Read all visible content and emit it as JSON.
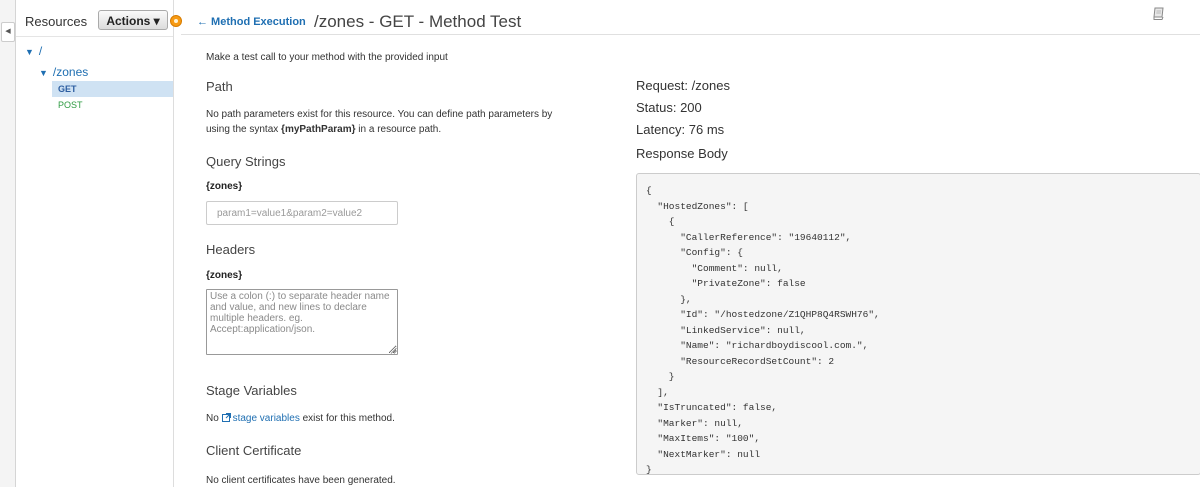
{
  "sidebar": {
    "title": "Resources",
    "actions_label": "Actions ▾",
    "tree": {
      "root": "/",
      "zones": "/zones",
      "get": "GET",
      "post": "POST"
    }
  },
  "header": {
    "back_label": "← Method Execution",
    "title": "/zones - GET - Method Test"
  },
  "main": {
    "intro": "Make a test call to your method with the provided input",
    "path": {
      "title": "Path",
      "text_line1": "No path parameters exist for this resource. You can define path parameters by",
      "text_line2_prefix": "using the syntax ",
      "text_line2_code": "{myPathParam}",
      "text_line2_suffix": " in a resource path."
    },
    "query_strings": {
      "title": "Query Strings",
      "label": "{zones}",
      "placeholder": "param1=value1&param2=value2"
    },
    "headers": {
      "title": "Headers",
      "label": "{zones}",
      "placeholder": "Use a colon (:) to separate header name and value, and new lines to declare multiple headers. eg. Accept:application/json."
    },
    "stage_variables": {
      "title": "Stage Variables",
      "prefix": "No ",
      "link": "stage variables",
      "suffix": " exist for this method."
    },
    "client_certificate": {
      "title": "Client Certificate",
      "text": "No client certificates have been generated."
    }
  },
  "result": {
    "request": "Request: /zones",
    "status": "Status: 200",
    "latency": "Latency: 76 ms",
    "response_body_title": "Response Body",
    "response_body": "{\n  \"HostedZones\": [\n    {\n      \"CallerReference\": \"19640112\",\n      \"Config\": {\n        \"Comment\": null,\n        \"PrivateZone\": false\n      },\n      \"Id\": \"/hostedzone/Z1QHP8Q4RSWH76\",\n      \"LinkedService\": null,\n      \"Name\": \"richardboydiscool.com.\",\n      \"ResourceRecordSetCount\": 2\n    }\n  ],\n  \"IsTruncated\": false,\n  \"Marker\": null,\n  \"MaxItems\": \"100\",\n  \"NextMarker\": null\n}"
  },
  "icons": {
    "collapse": "chevron-left-icon",
    "tree_expand": "caret-down-icon",
    "back": "arrow-left-icon",
    "docs": "book-icon",
    "external": "external-link-icon",
    "status": "orange-dot-icon"
  },
  "colors": {
    "link": "#1f6fb2",
    "get_method": "#2c5da0",
    "post_method": "#2e9b42",
    "selected_row": "#cfe2f3",
    "accent_dot": "#f79a13",
    "code_bg": "#f5f5f5"
  }
}
